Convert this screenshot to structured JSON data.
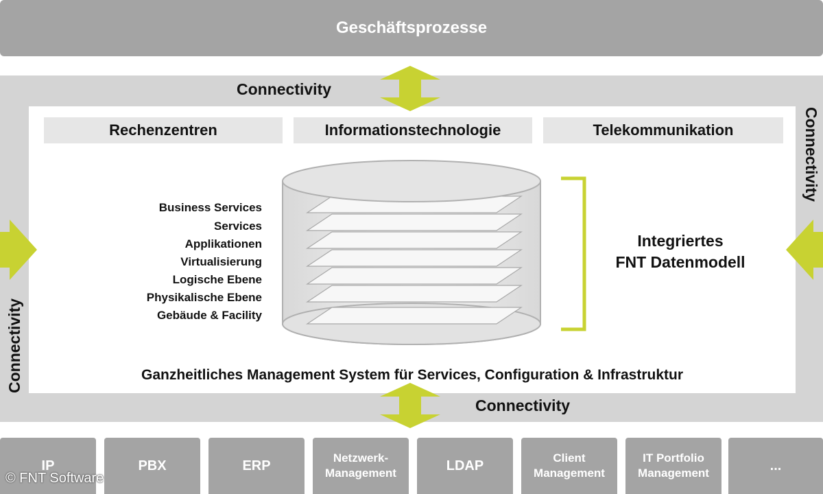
{
  "top_bar": {
    "label": "Geschäftsprozesse"
  },
  "connectivity": {
    "top": "Connectivity",
    "bottom": "Connectivity",
    "left": "Connectivity",
    "right": "Connectivity"
  },
  "categories": [
    "Rechenzentren",
    "Informationstechnologie",
    "Telekommunikation"
  ],
  "layers": [
    "Business Services",
    "Services",
    "Applikationen",
    "Virtualisierung",
    "Logische Ebene",
    "Physikalische Ebene",
    "Gebäude & Facility"
  ],
  "datamodel": {
    "line1": "Integriertes",
    "line2": "FNT Datenmodell"
  },
  "system_caption": "Ganzheitliches Management System für Services, Configuration & Infrastruktur",
  "bottom_systems": [
    [
      "IP"
    ],
    [
      "PBX"
    ],
    [
      "ERP"
    ],
    [
      "Netzwerk-",
      "Management"
    ],
    [
      "LDAP"
    ],
    [
      "Client",
      "Management"
    ],
    [
      "IT Portfolio",
      "Management"
    ],
    [
      "..."
    ]
  ],
  "copyright": "© FNT Software",
  "colors": {
    "accent": "#c8d232",
    "dark_gray": "#a4a4a4",
    "light_gray": "#d4d4d4",
    "box_gray": "#e6e6e6"
  }
}
